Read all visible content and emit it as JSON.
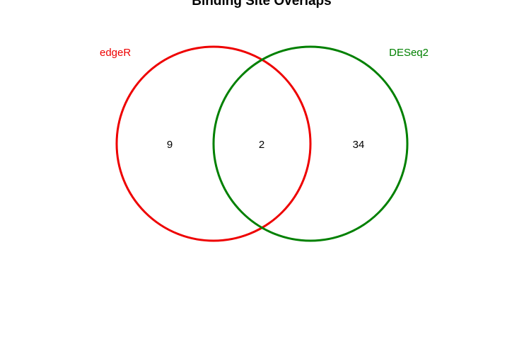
{
  "chart_data": {
    "type": "venn",
    "title": "Binding Site Overlaps",
    "sets": [
      {
        "name": "edgeR",
        "color": "#ee0000"
      },
      {
        "name": "DESeq2",
        "color": "#008000"
      }
    ],
    "regions": {
      "edgeR_only": "9",
      "both": "2",
      "DESeq2_only": "34"
    }
  }
}
